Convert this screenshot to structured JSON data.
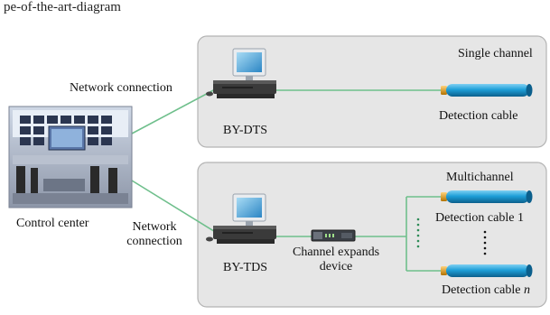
{
  "caption": "pe-of-the-art-diagram",
  "colors": {
    "panel_fill": "#e6e6e6",
    "panel_stroke": "#b4b4b4",
    "connector": "#6fbf8c",
    "cable_body": "#1e9fd8",
    "cable_tip": "#e3a21a",
    "device_body": "#3a3a3a",
    "monitor_screen": "#3aa0d8"
  },
  "top_panel": {
    "mode_label": "Single channel",
    "device_label": "BY-DTS",
    "cable_label": "Detection cable",
    "link_label": "Network connection"
  },
  "bottom_panel": {
    "mode_label": "Multichannel",
    "device_label": "BY-TDS",
    "expander_label_line1": "Channel expands",
    "expander_label_line2": "device",
    "cable_1_label": "Detection cable 1",
    "cable_n_label_prefix": "Detection cable ",
    "cable_n_label_var": "n",
    "link_label_line1": "Network",
    "link_label_line2": "connection"
  },
  "control_center": {
    "label": "Control center"
  },
  "icons": {
    "workstation": "computer-workstation-icon",
    "expander": "rack-switch-icon",
    "cable": "sensor-cable-icon",
    "control_room": "control-room-photo"
  }
}
